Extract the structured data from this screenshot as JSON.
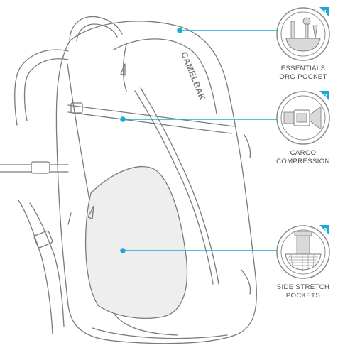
{
  "brand": {
    "logo_text": "CAMELBAK"
  },
  "features": [
    {
      "number": "1",
      "line1": "ESSENTIALS",
      "line2": "ORG POCKET",
      "icon": "essentials-org-pocket-icon"
    },
    {
      "number": "2",
      "line1": "CARGO",
      "line2": "COMPRESSION",
      "icon": "cargo-compression-icon"
    },
    {
      "number": "3",
      "line1": "SIDE STRETCH",
      "line2": "POCKETS",
      "icon": "side-stretch-pockets-icon"
    }
  ],
  "colors": {
    "accent": "#1fa7d9",
    "badge_ring": "#8a8a8a",
    "icon_fill": "#d9d9d9",
    "outline": "#7a7a7a",
    "text": "#4a4a4a"
  }
}
